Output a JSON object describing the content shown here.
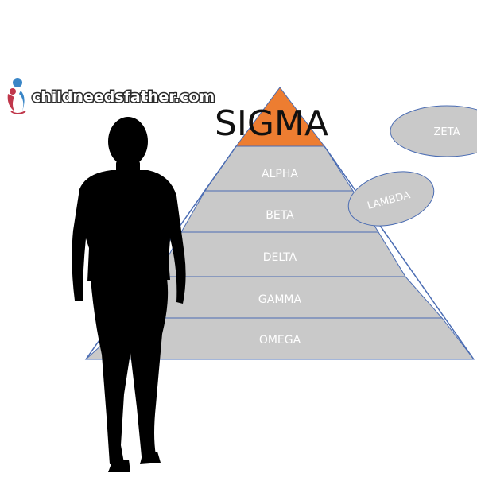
{
  "title": "SIGMA",
  "logo": {
    "text": "childneedsfather.com"
  },
  "tiers": [
    {
      "label": "ALPHA"
    },
    {
      "label": "BETA"
    },
    {
      "label": "DELTA"
    },
    {
      "label": "GAMMA"
    },
    {
      "label": "OMEGA"
    }
  ],
  "bubbles": {
    "zeta": "ZETA",
    "lambda": "LAMBDA"
  },
  "colors": {
    "tier_fill": "#c9c9c9",
    "pyramid_edge": "#4a6cb3",
    "apex": "#ed7d31",
    "bubble_fill": "#c9c9c9",
    "bubble_stroke": "#4a6cb3",
    "silhouette": "#000000",
    "logo_red": "#c0374b",
    "logo_blue": "#3a86c7"
  },
  "icons": {
    "logo": "parent-child-icon",
    "person": "man-silhouette"
  }
}
